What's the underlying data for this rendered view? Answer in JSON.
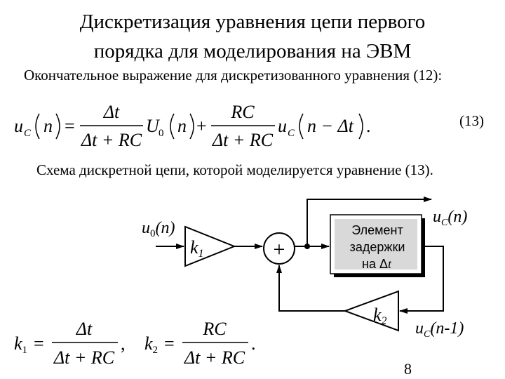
{
  "title_line1": "Дискретизация уравнения цепи первого",
  "title_line2": "порядка для моделирования на ЭВМ",
  "subtitle": "Окончательное выражение для дискретизованного уравнения (12):",
  "equation_number": "(13)",
  "schema_caption": "Схема дискретной цепи, которой моделируется уравнение (13).",
  "page_number": "8",
  "equation": {
    "lhs": "u",
    "lhs_sub": "C",
    "arg_n": "n",
    "eq": "=",
    "frac1_num": "Δt",
    "frac1_den": "Δt + RC",
    "u0": "U",
    "u0_sub": "0",
    "plus": "+",
    "frac2_num": "RC",
    "frac2_den": "Δt + RC",
    "u_c": "u",
    "u_c_sub": "C",
    "arg2": "n − Δt",
    "end": "."
  },
  "diagram": {
    "input_label_u": "u",
    "input_label_sub": "0",
    "input_label_arg": "(n)",
    "amp1_label": "k",
    "amp1_sub": "1",
    "sum_label": "+",
    "delay_line1": "Элемент",
    "delay_line2": "задержки",
    "delay_line3": "на Δ",
    "delay_t": "t",
    "output_label_u": "u",
    "output_label_sub": "C",
    "output_label_arg": "(n)",
    "feedback_label_u": "u",
    "feedback_label_sub": "C",
    "feedback_label_arg": "(n-1)",
    "amp2_label": "k",
    "amp2_sub": "2"
  },
  "coefficients": {
    "k1": "k",
    "k1_sub": "1",
    "k1_num": "Δt",
    "k1_den": "Δt + RC",
    "comma": ",",
    "k2": "k",
    "k2_sub": "2",
    "k2_num": "RC",
    "k2_den": "Δt + RC",
    "end": "."
  }
}
